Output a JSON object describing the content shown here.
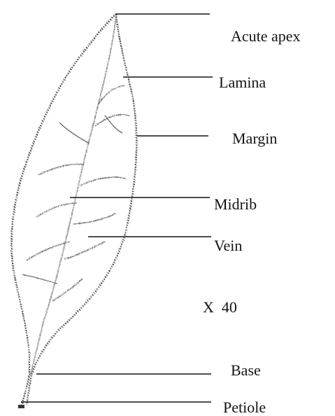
{
  "diagram": {
    "labels": {
      "acute_apex": "Acute apex",
      "lamina": "Lamina",
      "margin": "Margin",
      "midrib": "Midrib",
      "vein": "Vein",
      "base": "Base",
      "petiole": "Petiole"
    },
    "magnification": "X  40"
  },
  "colors": {
    "ink": "#141414",
    "pencil": "#4a4a4a",
    "background": "#ffffff"
  }
}
